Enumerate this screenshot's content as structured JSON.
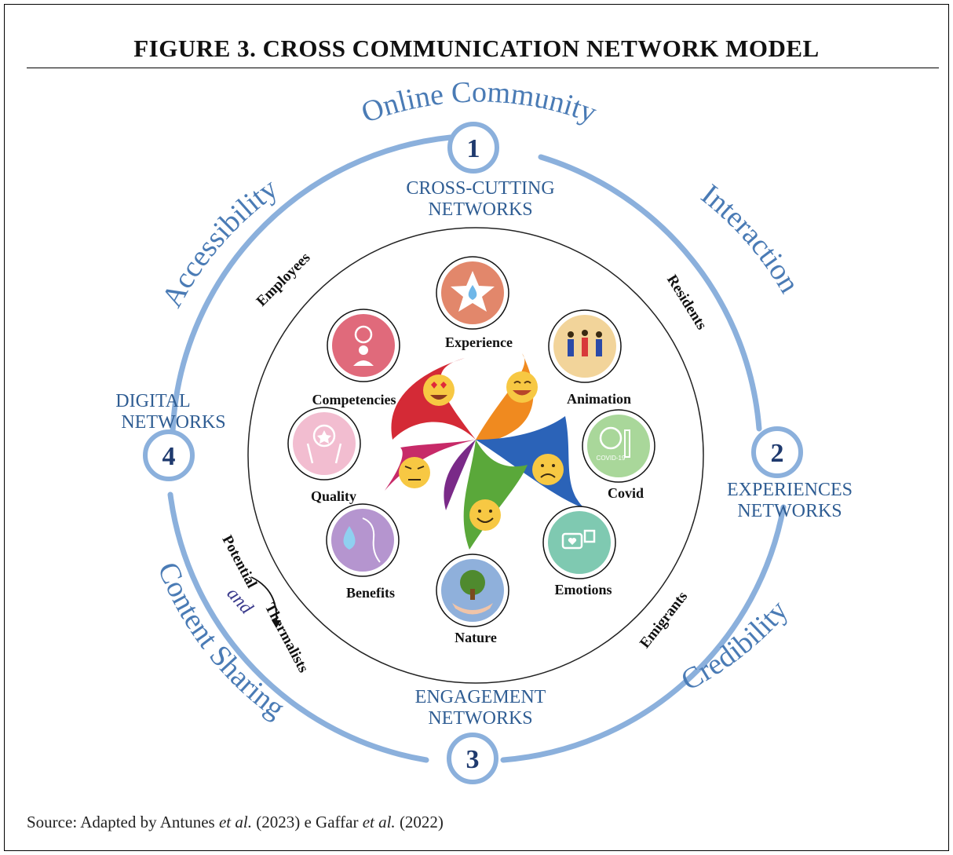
{
  "title": "FIGURE 3. CROSS COMMUNICATION NETWORK MODEL",
  "ring_labels": {
    "top": "Online Community",
    "right_upper": "Interaction",
    "left_upper": "Accessibility",
    "right_lower": "Credibility",
    "left_lower": "Content Sharing"
  },
  "nodes": [
    {
      "number": "1",
      "line1": "CROSS-CUTTING",
      "line2": "NETWORKS"
    },
    {
      "number": "2",
      "line1": "EXPERIENCES",
      "line2": "NETWORKS"
    },
    {
      "number": "3",
      "line1": "ENGAGEMENT",
      "line2": "NETWORKS"
    },
    {
      "number": "4",
      "line1": "DIGITAL",
      "line2": "NETWORKS"
    }
  ],
  "groups": {
    "employees": "Employees",
    "residents": "Residents",
    "emigrants": "Emigrants",
    "potential": "Potential",
    "and": "and",
    "thermalists": "Thermalists"
  },
  "categories": [
    {
      "label": "Experience",
      "color": "#e2876b"
    },
    {
      "label": "Animation",
      "color": "#f2d49a"
    },
    {
      "label": "Covid",
      "color": "#a9d79a"
    },
    {
      "label": "Emotions",
      "color": "#7fc9b1"
    },
    {
      "label": "Nature",
      "color": "#8fb0db"
    },
    {
      "label": "Benefits",
      "color": "#b595cf"
    },
    {
      "label": "Quality",
      "color": "#f2bdd0"
    },
    {
      "label": "Competencies",
      "color": "#e06a7b"
    }
  ],
  "emoji_faces": [
    "heart-eyes",
    "grinning",
    "frowning",
    "smiling",
    "angry"
  ],
  "colors": {
    "ring": "#8bb0dc",
    "label_blue": "#4a7bb5",
    "number": "#1f3a6e"
  },
  "source": {
    "prefix": "Source: Adapted by Antunes ",
    "etal1": "et al.",
    "mid": " (2023) e Gaffar ",
    "etal2": "et al.",
    "suffix": " (2022)"
  }
}
